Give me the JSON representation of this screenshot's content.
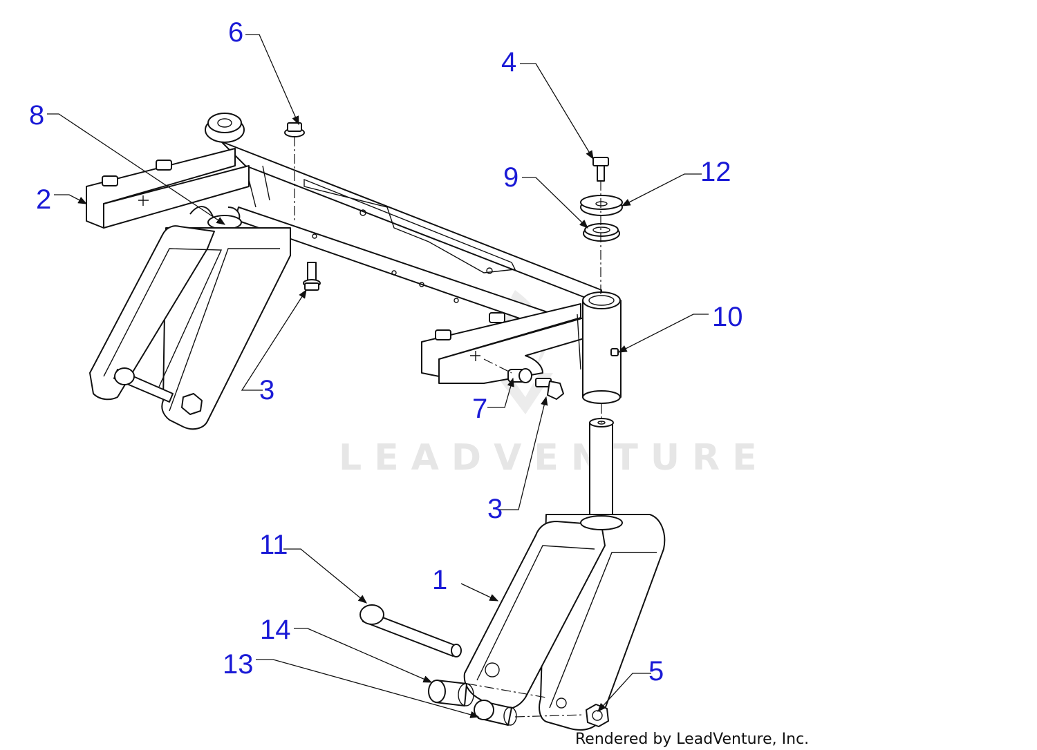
{
  "diagram": {
    "watermark": "LEADVENTURE",
    "credit": "Rendered by LeadVenture, Inc.",
    "callouts": [
      {
        "id": "c1",
        "label": "1"
      },
      {
        "id": "c2",
        "label": "2"
      },
      {
        "id": "c3a",
        "label": "3"
      },
      {
        "id": "c3b",
        "label": "3"
      },
      {
        "id": "c4",
        "label": "4"
      },
      {
        "id": "c5",
        "label": "5"
      },
      {
        "id": "c6",
        "label": "6"
      },
      {
        "id": "c7",
        "label": "7"
      },
      {
        "id": "c8",
        "label": "8"
      },
      {
        "id": "c9",
        "label": "9"
      },
      {
        "id": "c10",
        "label": "10"
      },
      {
        "id": "c11",
        "label": "11"
      },
      {
        "id": "c12",
        "label": "12"
      },
      {
        "id": "c13",
        "label": "13"
      },
      {
        "id": "c14",
        "label": "14"
      }
    ],
    "colors": {
      "callout": "#1a1ad6",
      "line": "#111111",
      "watermark": "#e6e6e6"
    }
  }
}
